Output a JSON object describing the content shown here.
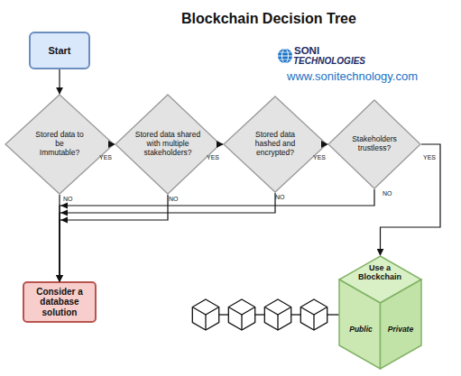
{
  "diagram": {
    "title": "Blockchain Decision Tree",
    "nodes": [
      {
        "text": [
          "Start"
        ]
      },
      {
        "text": [
          "Stored data to be Immutable?"
        ]
      },
      {
        "text": [
          "Stored data shared with multiple stakeholders?"
        ]
      },
      {
        "text": [
          "Stored data hashed and encrypted?"
        ]
      },
      {
        "text": [
          "Stakeholders trustless?"
        ]
      },
      {
        "text": [
          "Consider a database solution"
        ]
      },
      {
        "text": [
          "Use a Blockchain",
          "Public",
          "Private"
        ]
      }
    ],
    "edges": [
      {
        "from": 0,
        "to": 1,
        "arrow": "to"
      },
      {
        "from": 1,
        "to": 2,
        "label": "YES",
        "arrow": "to"
      },
      {
        "from": 2,
        "to": 3,
        "label": "YES",
        "arrow": "to"
      },
      {
        "from": 3,
        "to": 4,
        "label": "YES",
        "arrow": "to"
      },
      {
        "from": 4,
        "to": 6,
        "label": "YES",
        "arrow": "to"
      },
      {
        "from": 1,
        "to": 5,
        "label": "NO",
        "arrow": "to"
      },
      {
        "from": 2,
        "to": 5,
        "label": "NO",
        "arrow": "to"
      },
      {
        "from": 3,
        "to": 5,
        "label": "NO",
        "arrow": "to"
      },
      {
        "from": 4,
        "to": 5,
        "label": "NO",
        "arrow": "to"
      }
    ],
    "labels": [
      "SONI",
      "TECHNOLOGIES",
      "www.sonitechnology.com"
    ]
  }
}
